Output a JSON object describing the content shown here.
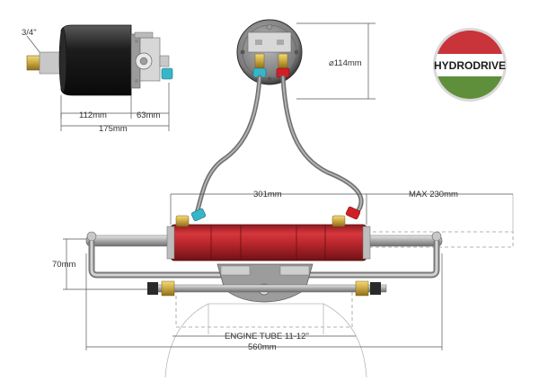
{
  "logo": {
    "text": "HYDRODRIVE",
    "colors": {
      "top": "#c8343a",
      "middle": "#ffffff",
      "bottom": "#5f8f3a",
      "ring": "#d9d9d9"
    }
  },
  "dimensions": {
    "fitting_size": "3/4\"",
    "pump_body_length": "112mm",
    "pump_valve_length": "63mm",
    "pump_total_length": "175mm",
    "pump_diameter": "⌀114mm",
    "cylinder_length": "301mm",
    "max_stroke": "MAX 230mm",
    "height": "70mm",
    "engine_tube": "ENGINE TUBE 11-12\"",
    "total_width": "560mm"
  },
  "colors": {
    "cylinder_red": "#c0272d",
    "hose_gray": "#8a8a8a",
    "steel": "#bfbfbf",
    "fitting_red": "#d21f26",
    "fitting_teal": "#38b6c9",
    "brass": "#c9a640"
  }
}
